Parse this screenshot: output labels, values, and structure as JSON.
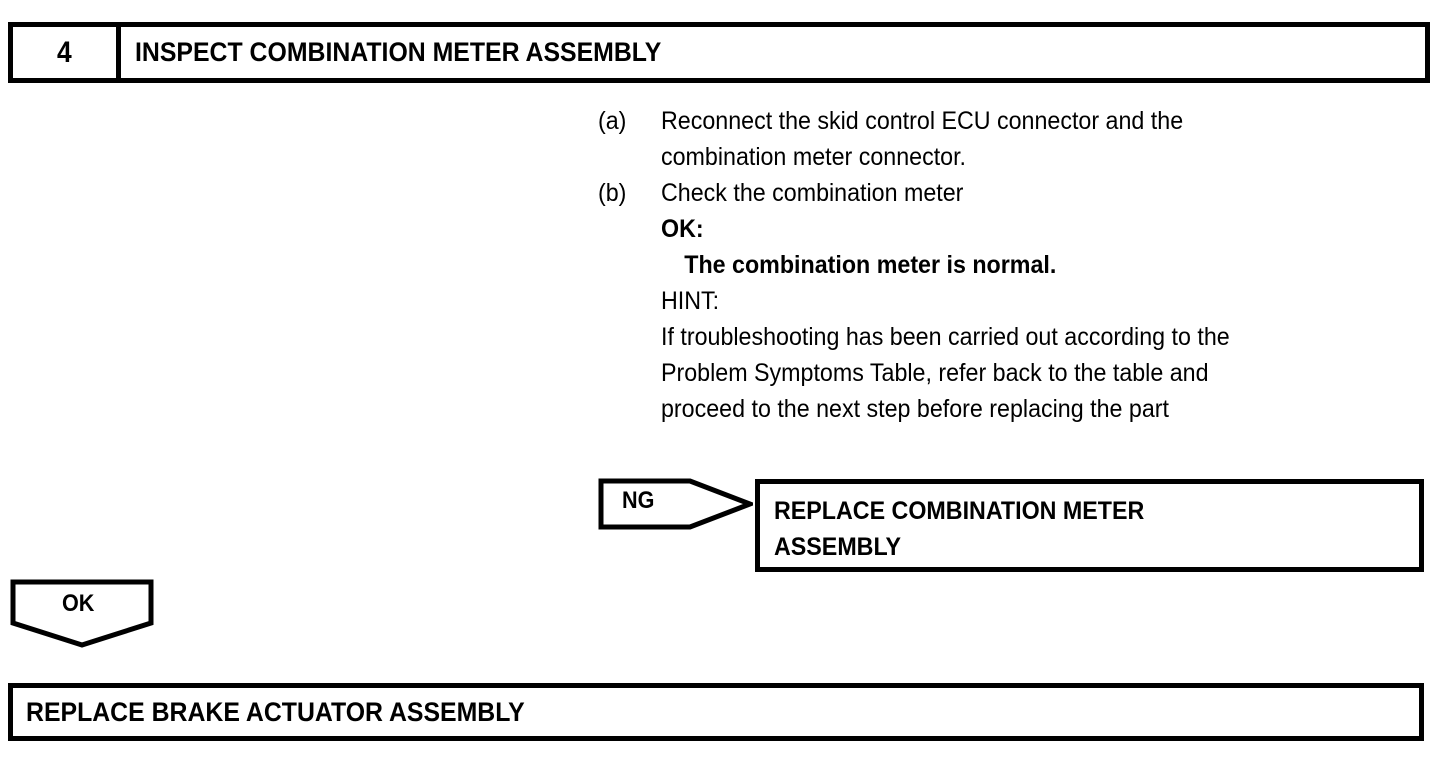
{
  "step": {
    "number": "4",
    "title": "INSPECT COMBINATION METER ASSEMBLY"
  },
  "procedure": {
    "items": [
      {
        "marker": "(a)",
        "lines": [
          "Reconnect the skid control ECU connector and the",
          "combination meter connector."
        ]
      },
      {
        "marker": "(b)",
        "lines": [
          "Check the combination meter"
        ],
        "ok_label": "OK:",
        "ok_text": "The combination meter is normal."
      }
    ],
    "hint": {
      "label": "HINT:",
      "lines": [
        "If troubleshooting has been carried out according to the",
        "Problem Symptoms Table, refer back to the table and",
        "proceed to the next step before replacing the part"
      ]
    }
  },
  "branches": {
    "ng": {
      "label": "NG",
      "target_line_1": "REPLACE COMBINATION METER",
      "target_line_2": "ASSEMBLY"
    },
    "ok": {
      "label": "OK",
      "target": "REPLACE BRAKE ACTUATOR ASSEMBLY"
    }
  },
  "colors": {
    "ink": "#000000",
    "page": "#ffffff"
  }
}
